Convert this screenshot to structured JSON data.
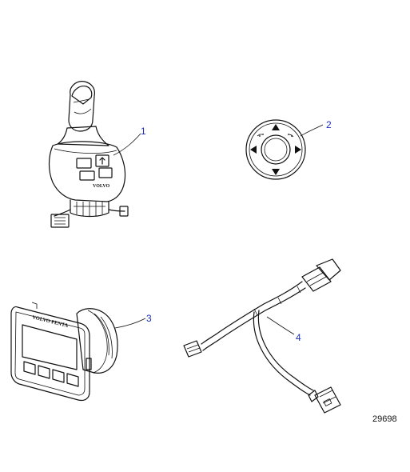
{
  "callouts": [
    {
      "id": "1",
      "label": "1",
      "part": "joystick"
    },
    {
      "id": "2",
      "label": "2",
      "part": "direction-control-knob"
    },
    {
      "id": "3",
      "label": "3",
      "part": "display-unit"
    },
    {
      "id": "4",
      "label": "4",
      "part": "cable-harness"
    }
  ],
  "drawing_number": "29698",
  "brand_text": {
    "joystick": "VOLVO",
    "display": "VOLVO PENTA"
  },
  "colors": {
    "callout": "#1a2fb8",
    "line": "#111111"
  }
}
